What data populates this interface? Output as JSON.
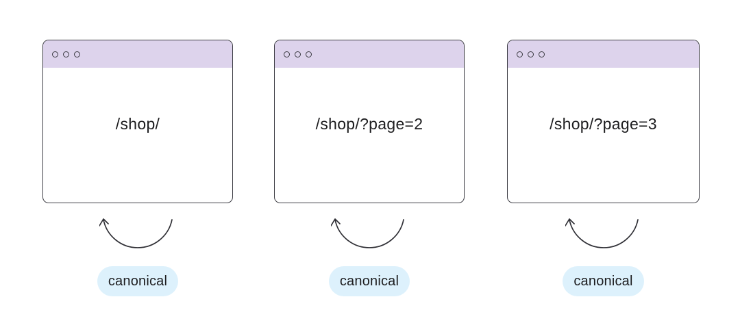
{
  "diagram": {
    "description_topic": "self-referencing canonical pagination",
    "windows": [
      {
        "url": "/shop/",
        "badge_label": "canonical"
      },
      {
        "url": "/shop/?page=2",
        "badge_label": "canonical"
      },
      {
        "url": "/shop/?page=3",
        "badge_label": "canonical"
      }
    ],
    "icons": {
      "window_dots": "three-outlined-circles",
      "loop_arrow": "curved-self-referencing-arrow-up"
    }
  },
  "colors": {
    "canvas_bg": "#ffffff",
    "window_bg": "#ffffff",
    "titlebar_bg": "#ddd3ec",
    "badge_bg": "#ddf1fc",
    "outline": "#3c3c43",
    "arrow": "#2f2f35",
    "text": "#1d1d1f"
  }
}
